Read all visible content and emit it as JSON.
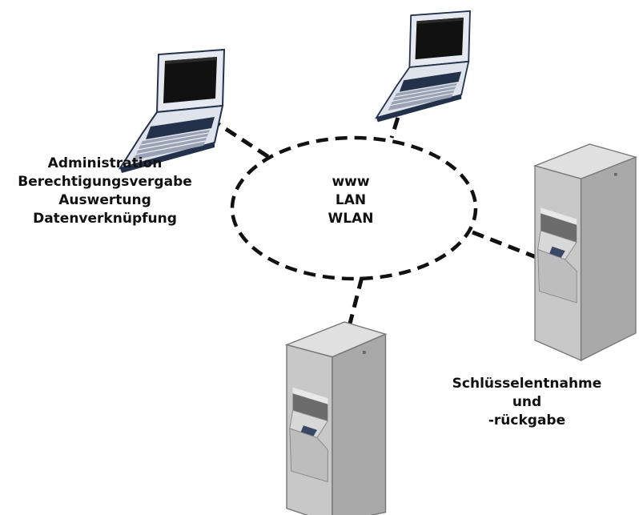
{
  "network": {
    "lines": [
      "www",
      "LAN",
      "WLAN"
    ]
  },
  "admin": {
    "lines": [
      "Administration",
      "Berechtigungsvergabe",
      "Auswertung",
      "Datenverknüpfung"
    ]
  },
  "kiosk": {
    "lines": [
      "Schlüsselentnahme",
      "und",
      "-rückgabe"
    ]
  },
  "colors": {
    "line": "#111111",
    "laptop_body": "#e4e8f0",
    "laptop_screen": "#111111",
    "laptop_outline": "#23324a",
    "kiosk_body": "#c9c9c9",
    "kiosk_side": "#a9a9a9",
    "kiosk_dark": "#6c6c6c",
    "kiosk_pad": "#3a4866"
  }
}
